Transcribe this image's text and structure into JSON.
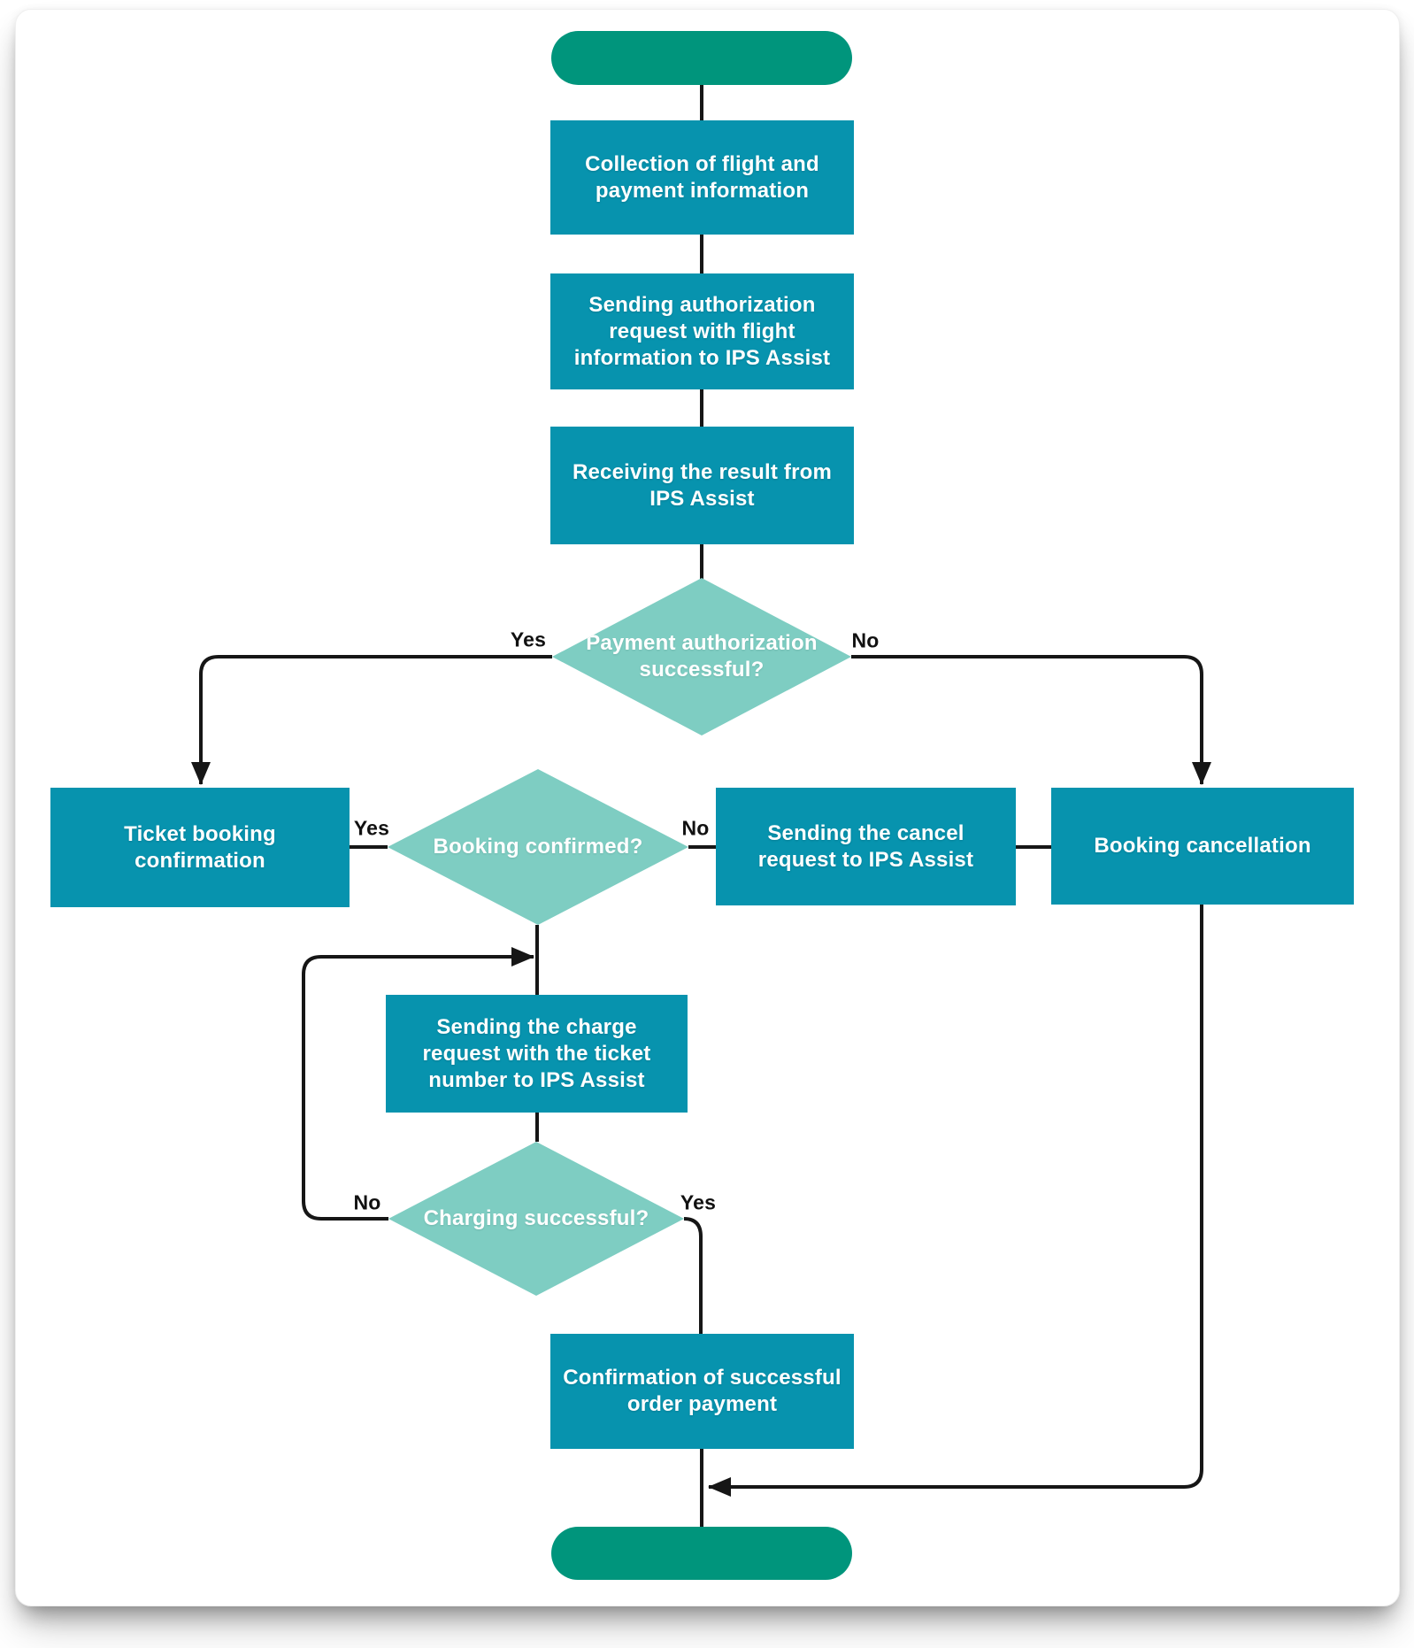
{
  "colors": {
    "process": "#0793ae",
    "terminator": "#00957c",
    "decision": "#7ecdc2",
    "line": "#161616",
    "shapeText": "#ffffff",
    "edgeLabel": "#111111",
    "canvas": "#ffffff"
  },
  "nodes": {
    "start": {
      "type": "terminator",
      "label": ""
    },
    "collect": {
      "type": "process",
      "label": "Collection of flight and\npayment information"
    },
    "auth_request": {
      "type": "process",
      "label": "Sending authorization\nrequest with flight\ninformation to IPS Assist"
    },
    "receive_result": {
      "type": "process",
      "label": "Receiving the result from\nIPS Assist"
    },
    "payment_decision": {
      "type": "decision",
      "label": "Payment authorization\nsuccessful?"
    },
    "ticket_confirmation": {
      "type": "process",
      "label": "Ticket booking\nconfirmation"
    },
    "booking_decision": {
      "type": "decision",
      "label": "Booking confirmed?"
    },
    "cancel_request": {
      "type": "process",
      "label": "Sending the cancel\nrequest to IPS Assist"
    },
    "booking_cancellation": {
      "type": "process",
      "label": "Booking cancellation"
    },
    "charge_request": {
      "type": "process",
      "label": "Sending the charge\nrequest with the ticket\nnumber to IPS Assist"
    },
    "charging_decision": {
      "type": "decision",
      "label": "Charging successful?"
    },
    "payment_confirmation": {
      "type": "process",
      "label": "Confirmation of successful\norder payment"
    },
    "end": {
      "type": "terminator",
      "label": ""
    }
  },
  "edge_labels": {
    "payment_yes": "Yes",
    "payment_no": "No",
    "booking_yes": "Yes",
    "booking_no": "No",
    "charging_yes": "Yes",
    "charging_no": "No"
  }
}
